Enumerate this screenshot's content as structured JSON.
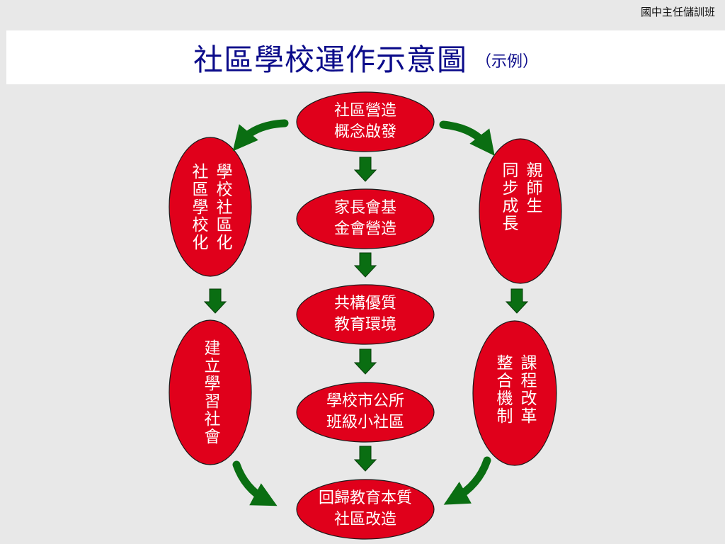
{
  "corner_label": "國中主任儲訓班",
  "title": {
    "main": "社區學校運作示意圖",
    "sub": "（示例）"
  },
  "nodes": {
    "center_1": "社區營造\n概念啟發",
    "center_2": "家長會基\n金會營造",
    "center_3": "共構優質\n教育環境",
    "center_4": "學校市公所\n班級小社區",
    "center_5": "回歸教育本質\n社區改造",
    "left_top": [
      "學校社區化",
      "社區學校化"
    ],
    "left_bottom": [
      "建立學習社會"
    ],
    "right_top": [
      "親師生",
      "同步成長"
    ],
    "right_bottom": [
      "課程改革",
      "整合機制"
    ]
  },
  "colors": {
    "node_fill": "#e0001b",
    "node_stroke": "#1a1a1a",
    "arrow_green": "#0a6e12",
    "title_blue": "#0b0b8a",
    "background": "#e8e8e8"
  }
}
